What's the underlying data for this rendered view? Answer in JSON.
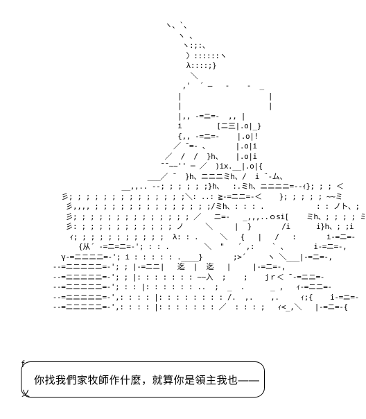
{
  "ascii_art": [
    "                                  ヽ、`、",
    "                                     ヽ 、",
    "                                      ヽ:;:、",
    "                                       〉::::::ヽ",
    "                                       λ::::;}",
    "                                        ＼",
    "                                      ,'  ´ ―   -    -  _",
    "                                     |                    |",
    "                                     |                    |",
    "                                     |,, ‐=ニ=‐  ,, |",
    "                                     i        [ニ三|.o|_}",
    "                                     {,, ‐=ニ=‐    |.o|!",
    "                                    ／ ¯=‐ 、      |.o|i",
    "                                  ／  /  /  }h、   |.o|i",
    "                                 ¯¯~~'' ─ ／  )ix.__|.o|{",
    "                              ___／ ̄   }h、ニニニミh、/  i ¨‐ム、",
    "                        __,,.. ‐‐; ; ; ; ; ;}h、  :.ミh、ニニニニ=‐‐ｨ}; ; ; ＜",
    "          彡; ; ; ; ; ; ; ; ; ; ; ; ; ;＼: ..: ≧‐=ニニ=‐＜    }; ; ; ; ; ~~ミ",
    "           彡,,,, ; ; ; ; ; ; ; ; ; ; ; ; ; ;/ミh、: : : .            : : ノト、; ; ; ; ; ; ;ミ",
    "           彡; ; ; ; ; ; ; ; ; ; ; ; ; ; ／   ニ=‐   _,,,..ｏsi[    ミh、; ; ; ; ミ",
    "           彡: ; ; ; ; ; ; ; ; ; ; ; ノ     ＼     |  }       /i      i}h、; ;i",
    "            ｨ; ; ; ; ; ; ; ; ; ; ;  λ: : .     ＼   {   |   /   :       i‐=ニ=‐",
    "              {从´ ‐=ニ=ニ=‐'; : : .        ＼  \"   ´ ,:    ` 、      i‐=ニ=‐,",
    "          γ‐=ニニニニ=‐'; i : : : : : .____}       ;>´     ヽ ＼___|‐=ニ=‐,",
    "        -‐=ニニニニニ=‐'; ; |‐=ニニ|   迄  |  迄   |     |‐=ニ=‐,",
    "        -‐=ニニニニニ=‐'; ; |: : : : : : : ~~入  ;    ;    jｒ＜ ¯‐=ニニ=‐",
    "        -‐=ニニニニニ=‐'; : : |: : : : : : ..  ;  _  .      _ ,   ｨ‐=ニニ=‐",
    "        -‐=ニニニニニ=‐',: : : : |: : : : : : : : /.  ,.    ,.     ｨ;{    i‐=ニ=‐",
    "        -‐=ニニニニニ=‐',: : : : |: : : : : : : ／  : : : ;   ｨ<_,＼   |‐=ニ=‐{"
  ],
  "dialog": {
    "text": "你找我們家牧師作什麼，就算你是領主我也――"
  },
  "bubble_marks": {
    "top": "f",
    "bottom": "乂"
  }
}
